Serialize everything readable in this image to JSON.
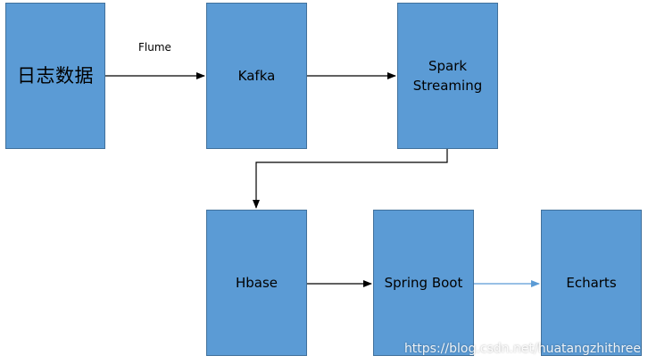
{
  "colors": {
    "box_fill": "#5B9BD5",
    "box_border": "#41719C",
    "arrow_black": "#000000",
    "arrow_blue": "#5B9BD5"
  },
  "nodes": [
    {
      "id": "log-data",
      "label": "日志数据"
    },
    {
      "id": "kafka",
      "label": "Kafka"
    },
    {
      "id": "spark-streaming",
      "label": "Spark\nStreaming"
    },
    {
      "id": "hbase",
      "label": "Hbase"
    },
    {
      "id": "spring-boot",
      "label": "Spring Boot"
    },
    {
      "id": "echarts",
      "label": "Echarts"
    }
  ],
  "edges": [
    {
      "from": "log-data",
      "to": "kafka",
      "label": "Flume"
    },
    {
      "from": "kafka",
      "to": "spark-streaming",
      "label": ""
    },
    {
      "from": "spark-streaming",
      "to": "hbase",
      "label": ""
    },
    {
      "from": "hbase",
      "to": "spring-boot",
      "label": ""
    },
    {
      "from": "spring-boot",
      "to": "echarts",
      "label": ""
    }
  ],
  "watermark": "https://blog.csdn.net/huatangzhithree"
}
